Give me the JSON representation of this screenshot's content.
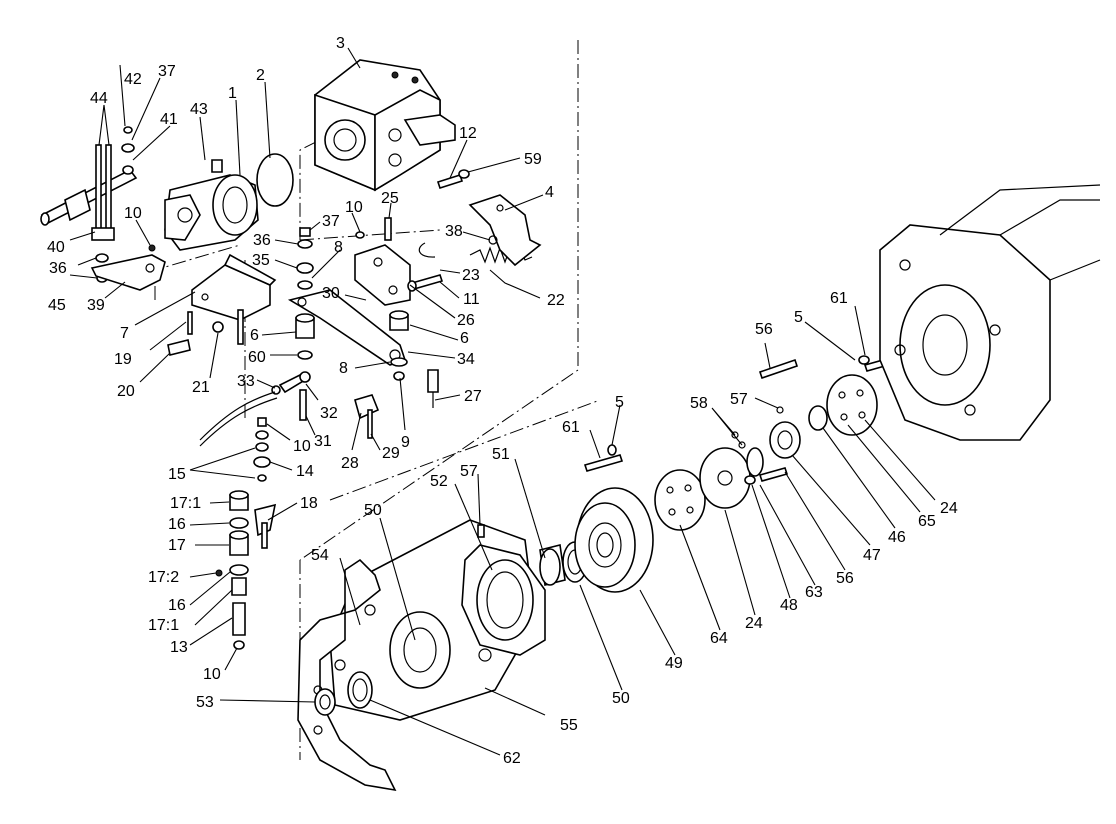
{
  "diagram": {
    "callouts": [
      {
        "id": "3",
        "label": "3"
      },
      {
        "id": "2",
        "label": "2"
      },
      {
        "id": "1",
        "label": "1"
      },
      {
        "id": "42",
        "label": "42"
      },
      {
        "id": "37a",
        "label": "37"
      },
      {
        "id": "44",
        "label": "44"
      },
      {
        "id": "41",
        "label": "41"
      },
      {
        "id": "43",
        "label": "43"
      },
      {
        "id": "12",
        "label": "12"
      },
      {
        "id": "59",
        "label": "59"
      },
      {
        "id": "4",
        "label": "4"
      },
      {
        "id": "10a",
        "label": "10"
      },
      {
        "id": "37b",
        "label": "37"
      },
      {
        "id": "10b",
        "label": "10"
      },
      {
        "id": "25",
        "label": "25"
      },
      {
        "id": "38",
        "label": "38"
      },
      {
        "id": "36a",
        "label": "36"
      },
      {
        "id": "8a",
        "label": "8"
      },
      {
        "id": "40",
        "label": "40"
      },
      {
        "id": "36b",
        "label": "36"
      },
      {
        "id": "35",
        "label": "35"
      },
      {
        "id": "23",
        "label": "23"
      },
      {
        "id": "45",
        "label": "45"
      },
      {
        "id": "39",
        "label": "39"
      },
      {
        "id": "11",
        "label": "11"
      },
      {
        "id": "22",
        "label": "22"
      },
      {
        "id": "30",
        "label": "30"
      },
      {
        "id": "26",
        "label": "26"
      },
      {
        "id": "7",
        "label": "7"
      },
      {
        "id": "19",
        "label": "19"
      },
      {
        "id": "6a",
        "label": "6"
      },
      {
        "id": "6b",
        "label": "6"
      },
      {
        "id": "60",
        "label": "60"
      },
      {
        "id": "34",
        "label": "34"
      },
      {
        "id": "20",
        "label": "20"
      },
      {
        "id": "21",
        "label": "21"
      },
      {
        "id": "8b",
        "label": "8"
      },
      {
        "id": "33",
        "label": "33"
      },
      {
        "id": "27",
        "label": "27"
      },
      {
        "id": "32",
        "label": "32"
      },
      {
        "id": "9",
        "label": "9"
      },
      {
        "id": "31",
        "label": "31"
      },
      {
        "id": "10c",
        "label": "10"
      },
      {
        "id": "28",
        "label": "28"
      },
      {
        "id": "29",
        "label": "29"
      },
      {
        "id": "15",
        "label": "15"
      },
      {
        "id": "14",
        "label": "14"
      },
      {
        "id": "17_1a",
        "label": "17:1"
      },
      {
        "id": "18",
        "label": "18"
      },
      {
        "id": "16a",
        "label": "16"
      },
      {
        "id": "17",
        "label": "17"
      },
      {
        "id": "17_2",
        "label": "17:2"
      },
      {
        "id": "16b",
        "label": "16"
      },
      {
        "id": "17_1b",
        "label": "17:1"
      },
      {
        "id": "13",
        "label": "13"
      },
      {
        "id": "10d",
        "label": "10"
      },
      {
        "id": "50a",
        "label": "50"
      },
      {
        "id": "52",
        "label": "52"
      },
      {
        "id": "57a",
        "label": "57"
      },
      {
        "id": "51",
        "label": "51"
      },
      {
        "id": "54",
        "label": "54"
      },
      {
        "id": "61a",
        "label": "61"
      },
      {
        "id": "5a",
        "label": "5"
      },
      {
        "id": "56a",
        "label": "56"
      },
      {
        "id": "5b",
        "label": "5"
      },
      {
        "id": "61b",
        "label": "61"
      },
      {
        "id": "58",
        "label": "58"
      },
      {
        "id": "57b",
        "label": "57"
      },
      {
        "id": "24a",
        "label": "24"
      },
      {
        "id": "65",
        "label": "65"
      },
      {
        "id": "46",
        "label": "46"
      },
      {
        "id": "47",
        "label": "47"
      },
      {
        "id": "56b",
        "label": "56"
      },
      {
        "id": "63",
        "label": "63"
      },
      {
        "id": "48",
        "label": "48"
      },
      {
        "id": "24b",
        "label": "24"
      },
      {
        "id": "64",
        "label": "64"
      },
      {
        "id": "49",
        "label": "49"
      },
      {
        "id": "50b",
        "label": "50"
      },
      {
        "id": "55",
        "label": "55"
      },
      {
        "id": "62",
        "label": "62"
      },
      {
        "id": "53",
        "label": "53"
      }
    ]
  }
}
